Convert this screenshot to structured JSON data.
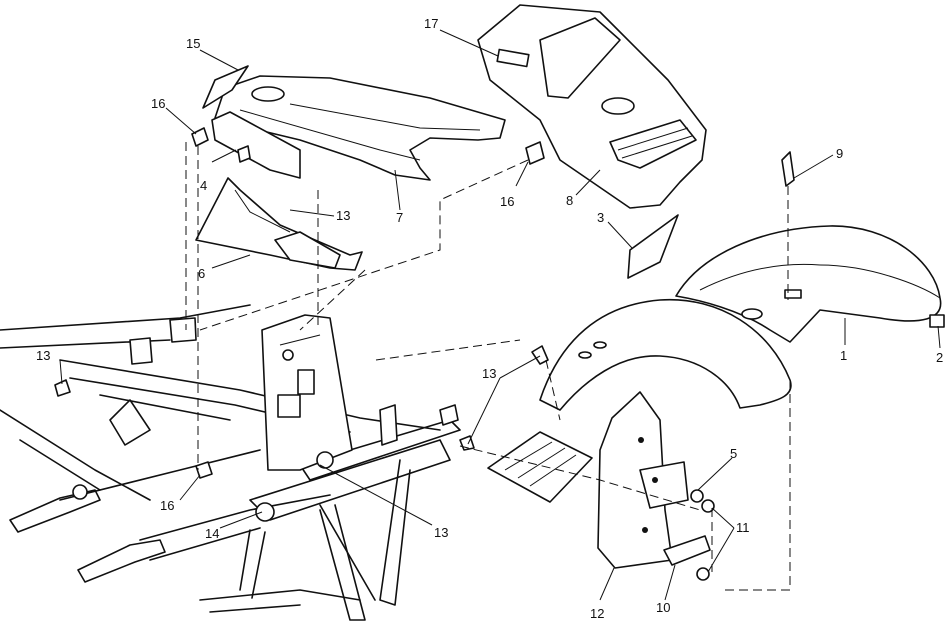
{
  "diagram": {
    "callouts": [
      {
        "id": "c1",
        "label": "1"
      },
      {
        "id": "c2",
        "label": "2"
      },
      {
        "id": "c3",
        "label": "3"
      },
      {
        "id": "c4",
        "label": "4"
      },
      {
        "id": "c5",
        "label": "5"
      },
      {
        "id": "c6",
        "label": "6"
      },
      {
        "id": "c7",
        "label": "7"
      },
      {
        "id": "c8",
        "label": "8"
      },
      {
        "id": "c9",
        "label": "9"
      },
      {
        "id": "c10",
        "label": "10"
      },
      {
        "id": "c11",
        "label": "11"
      },
      {
        "id": "c12",
        "label": "12"
      },
      {
        "id": "c13a",
        "label": "13"
      },
      {
        "id": "c13b",
        "label": "13"
      },
      {
        "id": "c13c",
        "label": "13"
      },
      {
        "id": "c13d",
        "label": "13"
      },
      {
        "id": "c14",
        "label": "14"
      },
      {
        "id": "c15",
        "label": "15"
      },
      {
        "id": "c16a",
        "label": "16"
      },
      {
        "id": "c16b",
        "label": "16"
      },
      {
        "id": "c16c",
        "label": "16"
      },
      {
        "id": "c17",
        "label": "17"
      }
    ]
  }
}
